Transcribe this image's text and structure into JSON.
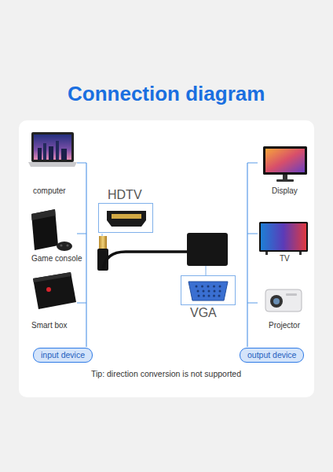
{
  "diagram": {
    "title": "Connection diagram",
    "nodes": [
      {
        "text": [
          "HDTV"
        ]
      },
      {
        "text": [
          "VGA"
        ]
      },
      {
        "text": [
          "input device"
        ]
      },
      {
        "text": [
          "output device"
        ]
      }
    ],
    "labels": [
      "computer",
      "Game console",
      "Smart box",
      "Display",
      "TV",
      "Projector",
      "Tip: direction conversion is not supported"
    ]
  }
}
